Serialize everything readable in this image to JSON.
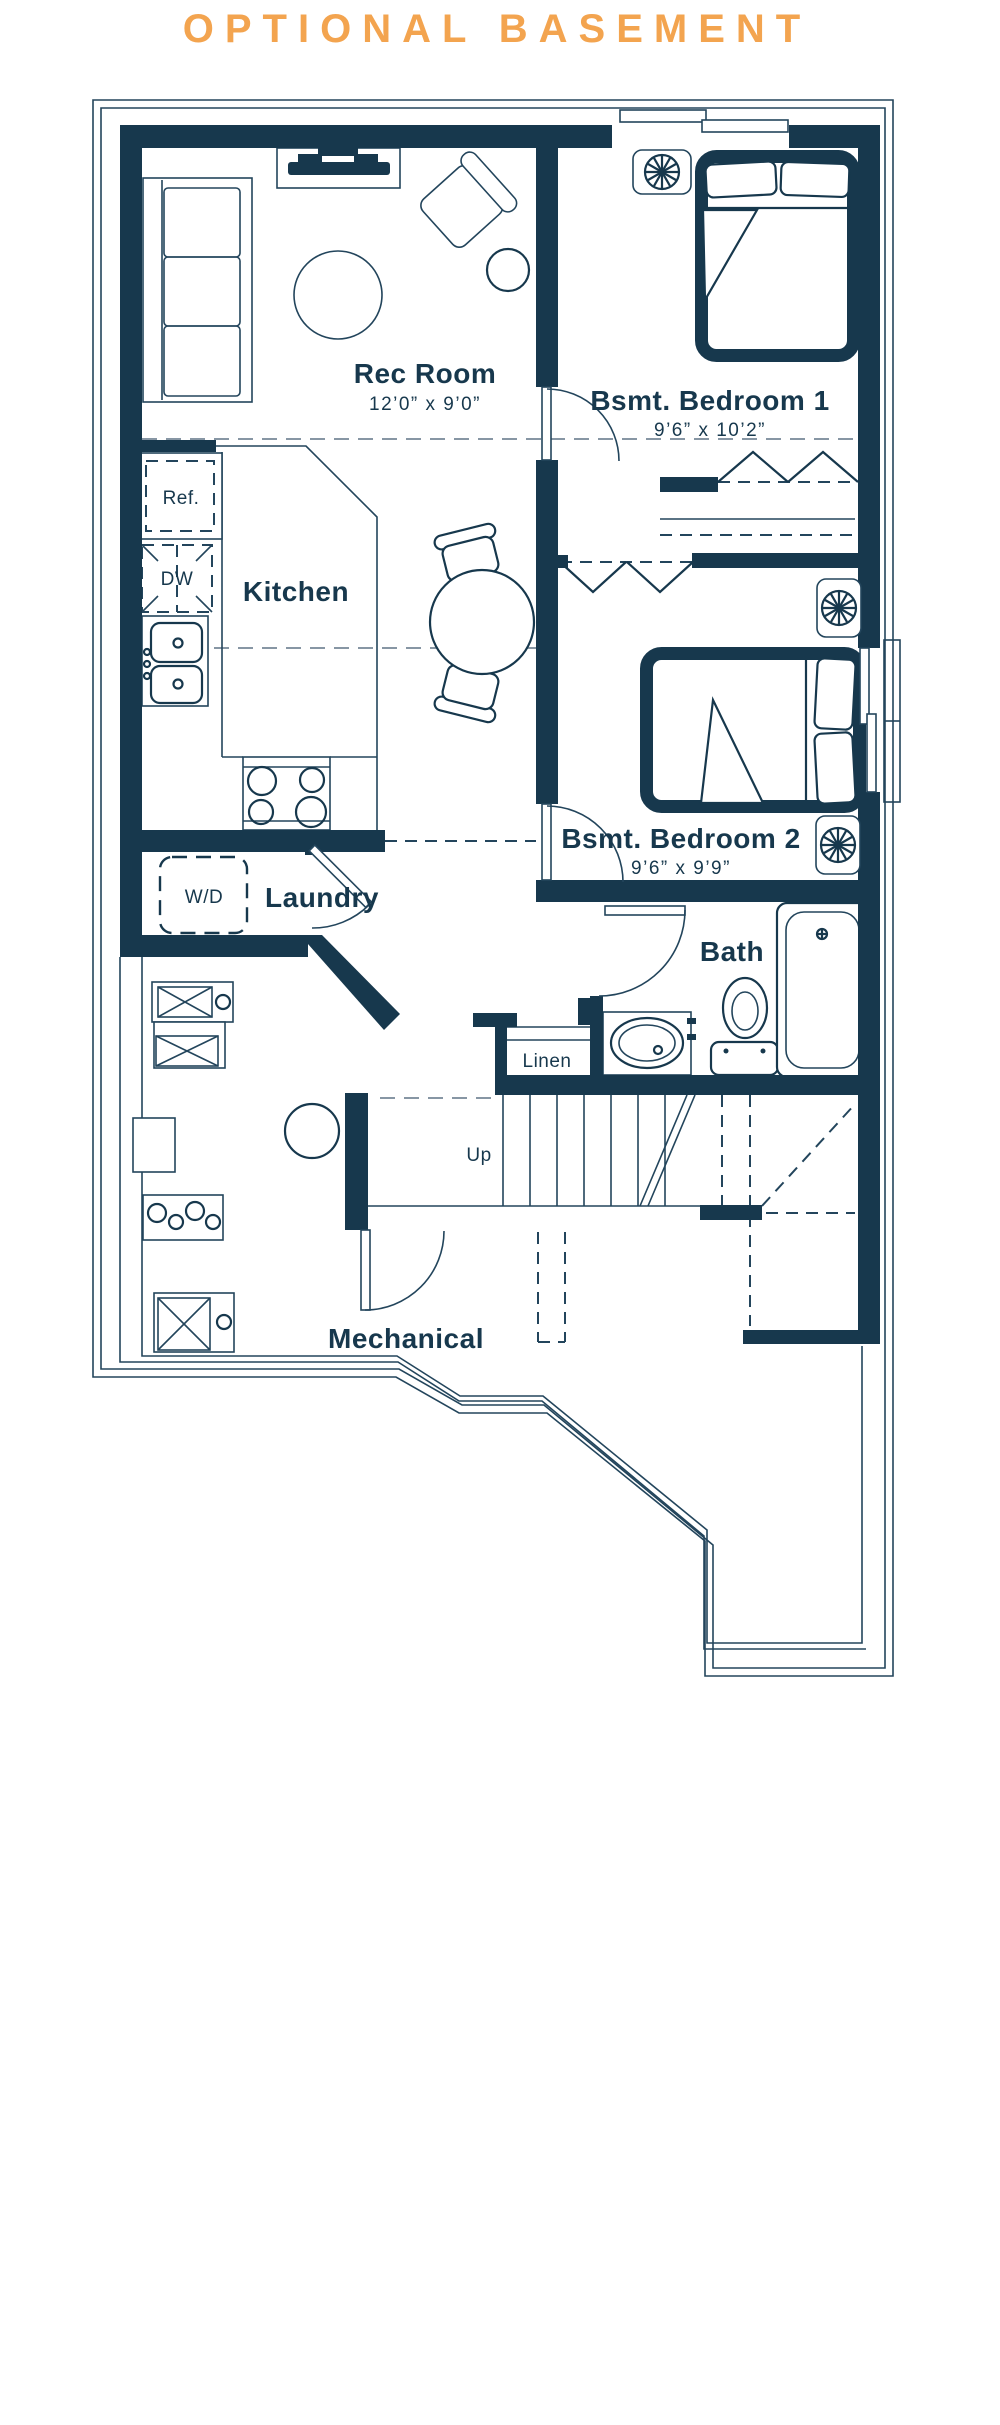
{
  "title": "OPTIONAL BASEMENT",
  "palette": {
    "accent_orange": "#f3a44f",
    "wall_navy": "#17384d",
    "line_navy": "#23455c",
    "dash_gray": "#8796a4",
    "background": "#ffffff"
  },
  "rooms": {
    "rec_room": {
      "name": "Rec Room",
      "dims": "12’0” x 9’0”"
    },
    "bsmt_bedroom_1": {
      "name": "Bsmt. Bedroom 1",
      "dims": "9’6” x 10’2”"
    },
    "kitchen": {
      "name": "Kitchen"
    },
    "bsmt_bedroom_2": {
      "name": "Bsmt. Bedroom 2",
      "dims": "9’6” x 9’9”"
    },
    "laundry": {
      "name": "Laundry"
    },
    "bath": {
      "name": "Bath"
    },
    "linen": {
      "name": "Linen"
    },
    "stairs": {
      "name": "Up"
    },
    "mechanical": {
      "name": "Mechanical"
    }
  },
  "appliances": {
    "refrigerator": "Ref.",
    "dishwasher": "DW",
    "washer_dryer": "W/D"
  },
  "icons": {
    "ceiling_fan": "ceiling-fan-icon",
    "bed": "bed-icon",
    "bathtub": "bathtub-icon",
    "toilet": "toilet-icon",
    "sink": "sink-icon",
    "sofa": "sofa-icon",
    "tv": "tv-icon",
    "armchair": "armchair-icon",
    "dining_table": "dining-table-icon",
    "stove": "stove-icon"
  }
}
